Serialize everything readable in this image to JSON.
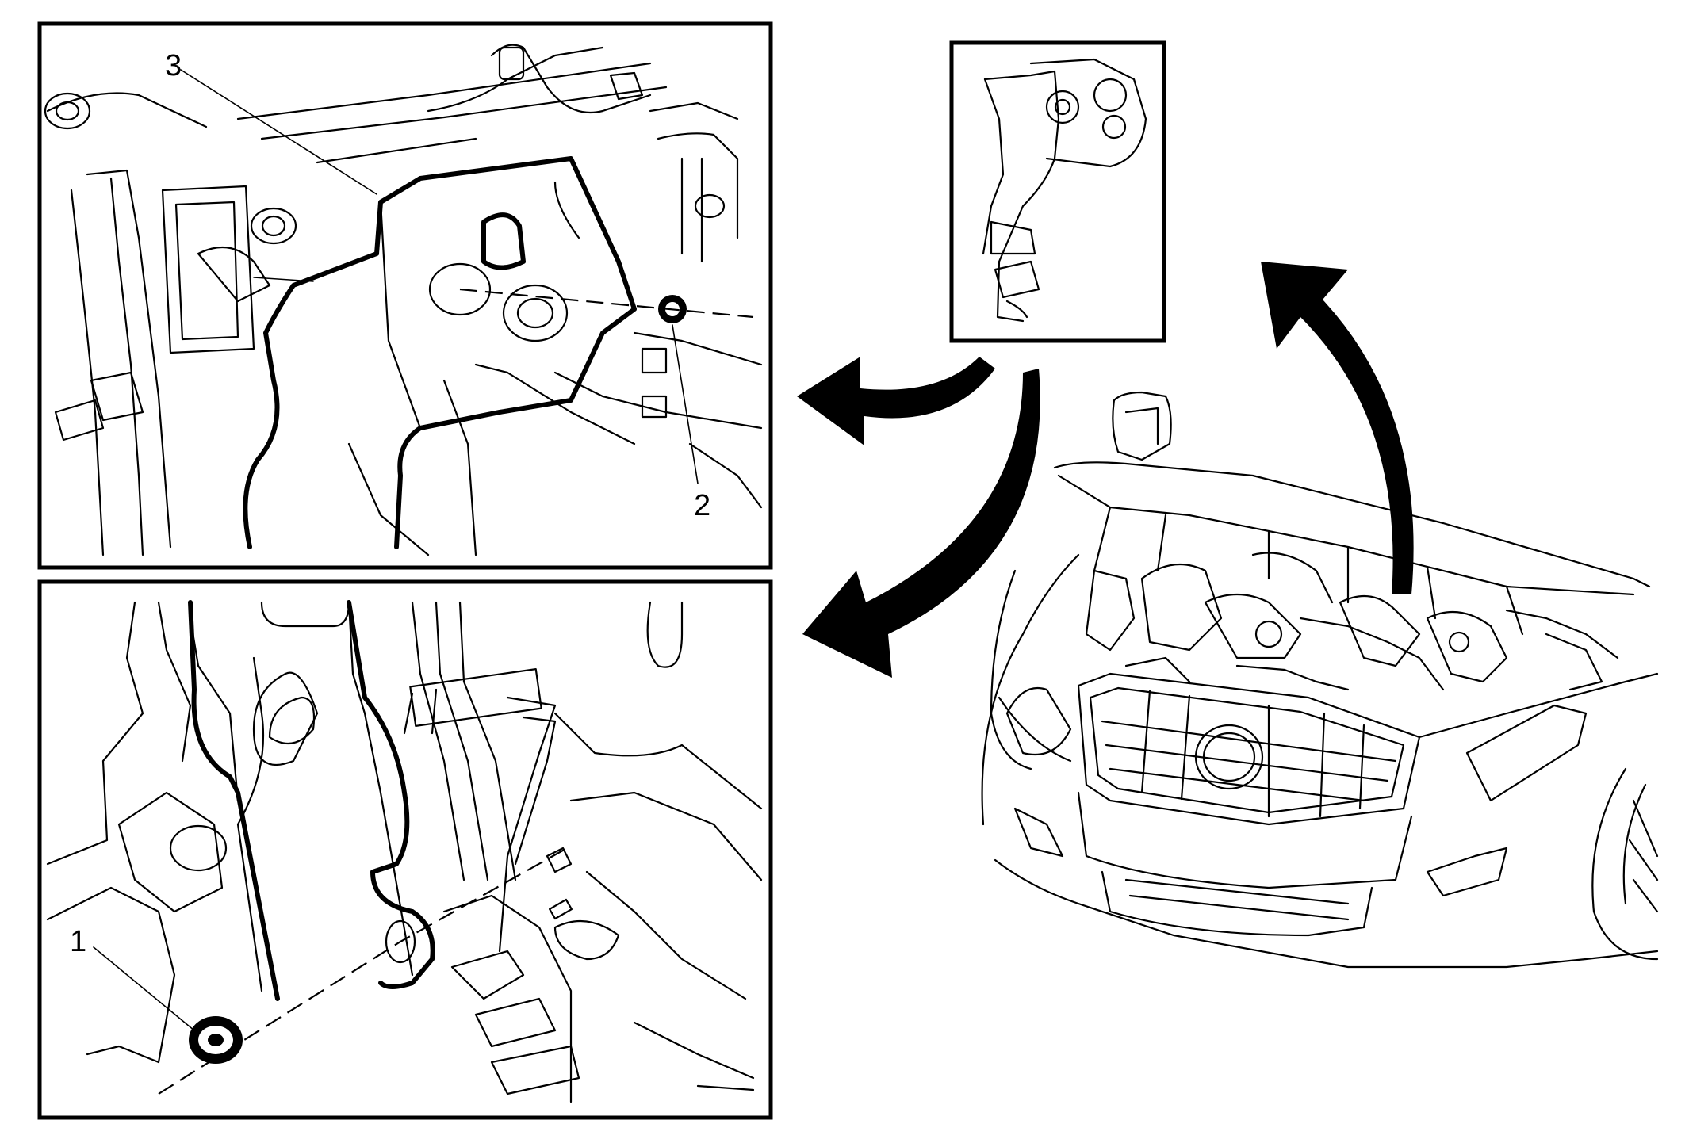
{
  "callouts": {
    "fastener_1": "1",
    "fastener_2": "2",
    "panel_3": "3"
  },
  "colors": {
    "ink": "#000000",
    "paper": "#ffffff"
  }
}
